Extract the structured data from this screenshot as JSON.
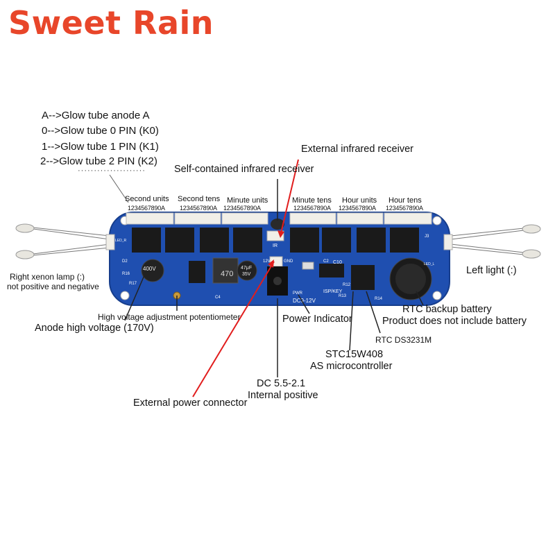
{
  "brand": "Sweet Rain",
  "pin_legend": [
    "A-->Glow tube anode A",
    "0-->Glow tube 0 PIN (K0)",
    "1-->Glow tube 1 PIN (K1)",
    "2-->Glow tube 2 PIN (K2)"
  ],
  "pin_legend_dots": "·····················",
  "connectors": [
    {
      "label": "Second units",
      "digits": "1234567890A"
    },
    {
      "label": "Second tens",
      "digits": "1234567890A"
    },
    {
      "label": "Minute units",
      "digits": "1234567890A"
    },
    {
      "label": "Minute tens",
      "digits": "1234567890A"
    },
    {
      "label": "Hour units",
      "digits": "1234567890A"
    },
    {
      "label": "Hour tens",
      "digits": "1234567890A"
    }
  ],
  "callouts": {
    "external_ir": "External infrared receiver",
    "self_ir": "Self-contained infrared receiver",
    "right_xenon_1": "Right xenon lamp (:)",
    "right_xenon_2": "not positive and negative",
    "left_light": "Left light (:)",
    "hv_pot": "High voltage adjustment potentiometer",
    "anode_hv": "Anode high voltage (170V)",
    "power_indicator": "Power Indicator",
    "rtc_battery": "RTC backup battery",
    "no_battery": "Product does not include battery",
    "rtc_chip": "RTC DS3231M",
    "mcu_1": "STC15W408",
    "mcu_2": "AS microcontroller",
    "dc_1": "DC 5.5-2.1",
    "dc_2": "Internal positive",
    "ext_power": "External power connector"
  },
  "board_silk": {
    "inductor": "470",
    "cap_left": "400V",
    "cap_mid": "47μF",
    "cap_mid2": "35V",
    "ir": "IR",
    "gnd": "GND",
    "dc_range": "DC9-12V",
    "isp": "ISP/KEY",
    "pwr": "PWR",
    "c10": "C10",
    "r12": "R12",
    "r13": "R13",
    "r14": "R14",
    "r16": "R16",
    "r17": "R17",
    "d2": "D2",
    "c2": "C2",
    "c4": "C4",
    "j3": "J3",
    "led_r": "LED_R",
    "led_l": "LED_L",
    "v12": "12V"
  },
  "colors": {
    "brand": "#e8462a",
    "pcb": "#1f4fb0",
    "pcb_dark": "#163d8c",
    "chip": "#1a1a1a",
    "header": "#f1efe8",
    "arrow": "#e11d1d"
  }
}
